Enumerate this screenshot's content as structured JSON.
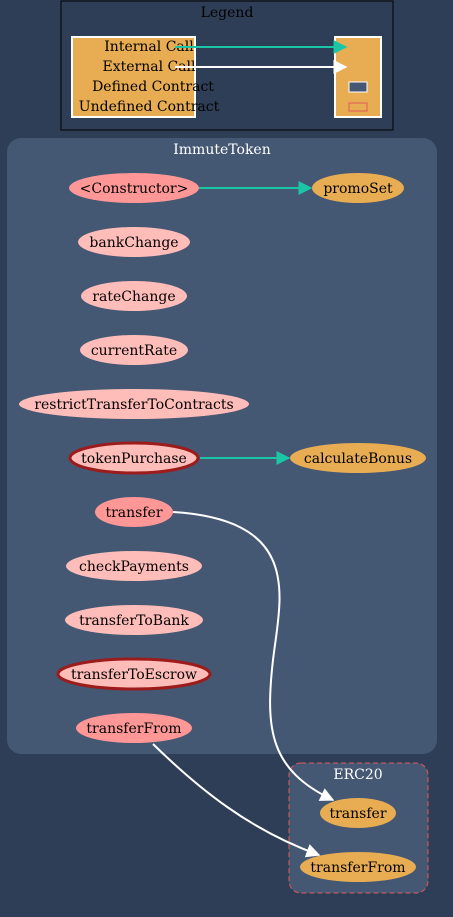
{
  "colors": {
    "background": "#2e3e56",
    "cluster_fill": "#445773",
    "legend_box": "#e8ad53",
    "internal_call": "#1bc6a6",
    "external_call": "#ffffff",
    "node_private": "#ff9797",
    "node_public": "#ffbdb9",
    "node_external": "#e8ad53",
    "emphasis_border": "#9c1c1c",
    "undefined_dashed": "#e05a5a"
  },
  "legend": {
    "title": "Legend",
    "internal_call": "Internal Call",
    "external_call": "External Call",
    "defined_contract": "Defined Contract",
    "undefined_contract": "Undefined Contract"
  },
  "cluster_main": {
    "title": "ImmuteToken",
    "nodes": {
      "constructor": "<Constructor>",
      "promoSet": "promoSet",
      "bankChange": "bankChange",
      "rateChange": "rateChange",
      "currentRate": "currentRate",
      "restrictTransferToContracts": "restrictTransferToContracts",
      "tokenPurchase": "tokenPurchase",
      "calculateBonus": "calculateBonus",
      "transfer": "transfer",
      "checkPayments": "checkPayments",
      "transferToBank": "transferToBank",
      "transferToEscrow": "transferToEscrow",
      "transferFrom": "transferFrom"
    }
  },
  "cluster_external": {
    "title": "ERC20",
    "nodes": {
      "transfer": "transfer",
      "transferFrom": "transferFrom"
    }
  }
}
